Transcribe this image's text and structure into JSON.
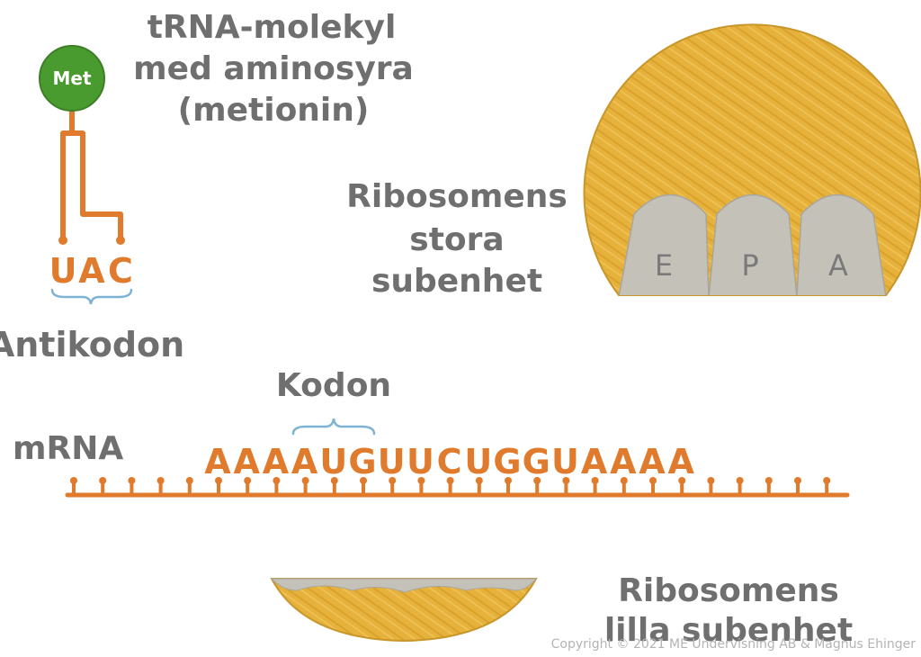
{
  "trna": {
    "amino_acid": "Met",
    "title_lines": [
      "tRNA-molekyl",
      "med aminosyra",
      "(metionin)"
    ],
    "anticodon_bases": [
      "U",
      "A",
      "C"
    ],
    "anticodon_label": "Antikodon"
  },
  "large_subunit": {
    "label_lines": [
      "Ribosomens",
      "stora",
      "subenhet"
    ],
    "sites": [
      "E",
      "P",
      "A"
    ]
  },
  "small_subunit": {
    "label_lines": [
      "Ribosomens",
      "lilla subenhet"
    ]
  },
  "mrna": {
    "label": "mRNA",
    "codon_label": "Kodon",
    "bases": [
      "A",
      "A",
      "A",
      "A",
      "U",
      "G",
      "U",
      "U",
      "C",
      "U",
      "G",
      "G",
      "U",
      "A",
      "A",
      "A",
      "A"
    ]
  },
  "copyright": "Copyright © 2021 ME Undervisning AB & Magnus Ehinger",
  "colors": {
    "orange": "#e07a2c",
    "green": "#4a9b2f",
    "gold": "#e6b23c",
    "gray_site": "#c4c1b8",
    "label_gray": "#6f6f6f",
    "brace_blue": "#7fb3d5"
  }
}
